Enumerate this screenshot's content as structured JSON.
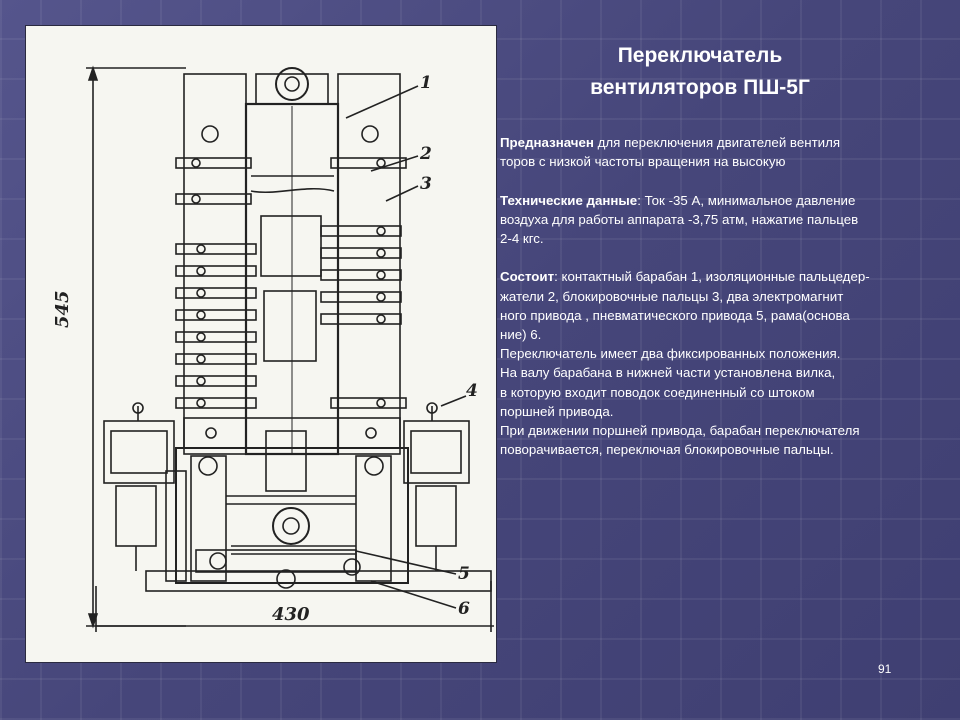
{
  "slide": {
    "title_lines": [
      "Переключатель",
      "вентиляторов ПШ-5Г"
    ],
    "purpose": {
      "heading": "Предназначен",
      "line1_rest": " для переключения двигателей вентиля",
      "line2": "торов с низкой частоты вращения на высокую"
    },
    "tech": {
      "heading": "Технические данные",
      "line1_rest": ": Ток -35 А, минимальное давление",
      "line2": " воздуха для работы аппарата -3,75 атм, нажатие пальцев",
      "line3": "2-4 кгс."
    },
    "composition": {
      "heading": "Состоит",
      "line1_rest": ": контактный барабан 1, изоляционные пальцедер-",
      "line2": "жатели 2, блокировочные пальцы 3, два электромагнит",
      "line3": "ного привода , пневматического привода 5, рама(основа",
      "line4": "ние) 6."
    },
    "notes": [
      "Переключатель имеет два фиксированных положения.",
      "На валу барабана в нижней части установлена вилка,",
      "в которую входит поводок соединенный со штоком",
      "поршней привода.",
      "При движении поршней привода, барабан переключателя",
      "поворачивается, переключая блокировочные пальцы."
    ],
    "page_number": "91"
  },
  "drawing": {
    "dimension_height": "545",
    "dimension_width": "430",
    "callouts": [
      "1",
      "2",
      "3",
      "4",
      "5",
      "6"
    ]
  }
}
